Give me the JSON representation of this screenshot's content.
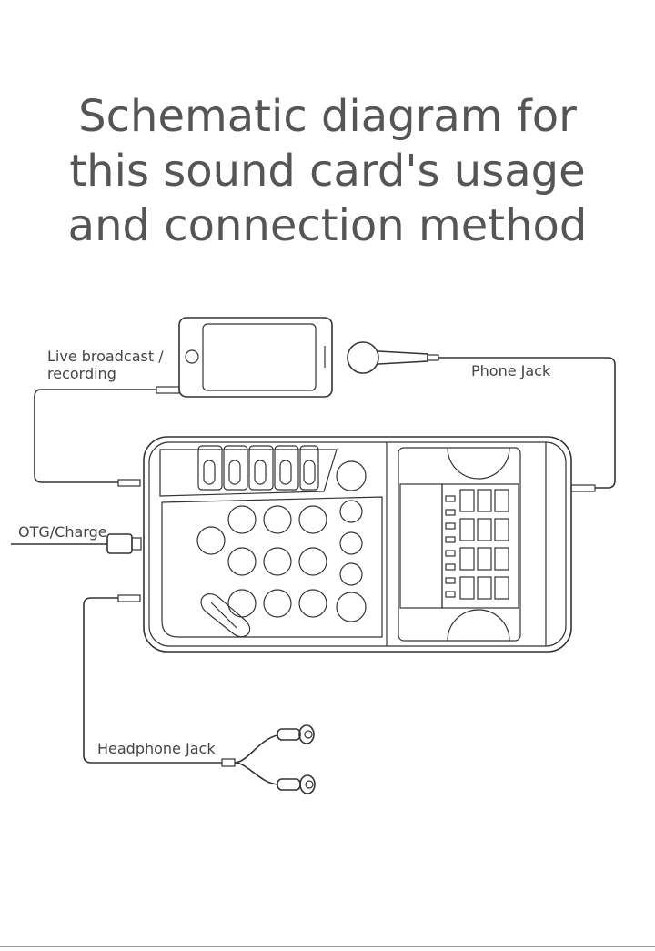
{
  "title": {
    "lines": [
      "Schematic diagram for",
      "this sound card's usage",
      "and connection method"
    ]
  },
  "labels": {
    "live_broadcast_line1": "Live broadcast /",
    "live_broadcast_line2": "recording",
    "phone_jack": "Phone Jack",
    "otg_charge": "OTG/Charge",
    "headphone_jack": "Headphone Jack"
  },
  "colors": {
    "title_text": "#555555",
    "line_art": "#333333",
    "background": "#ffffff"
  },
  "icons": [
    "smartphone-icon",
    "microphone-icon",
    "usb-plug-icon",
    "earphones-icon",
    "sound-card-icon"
  ]
}
